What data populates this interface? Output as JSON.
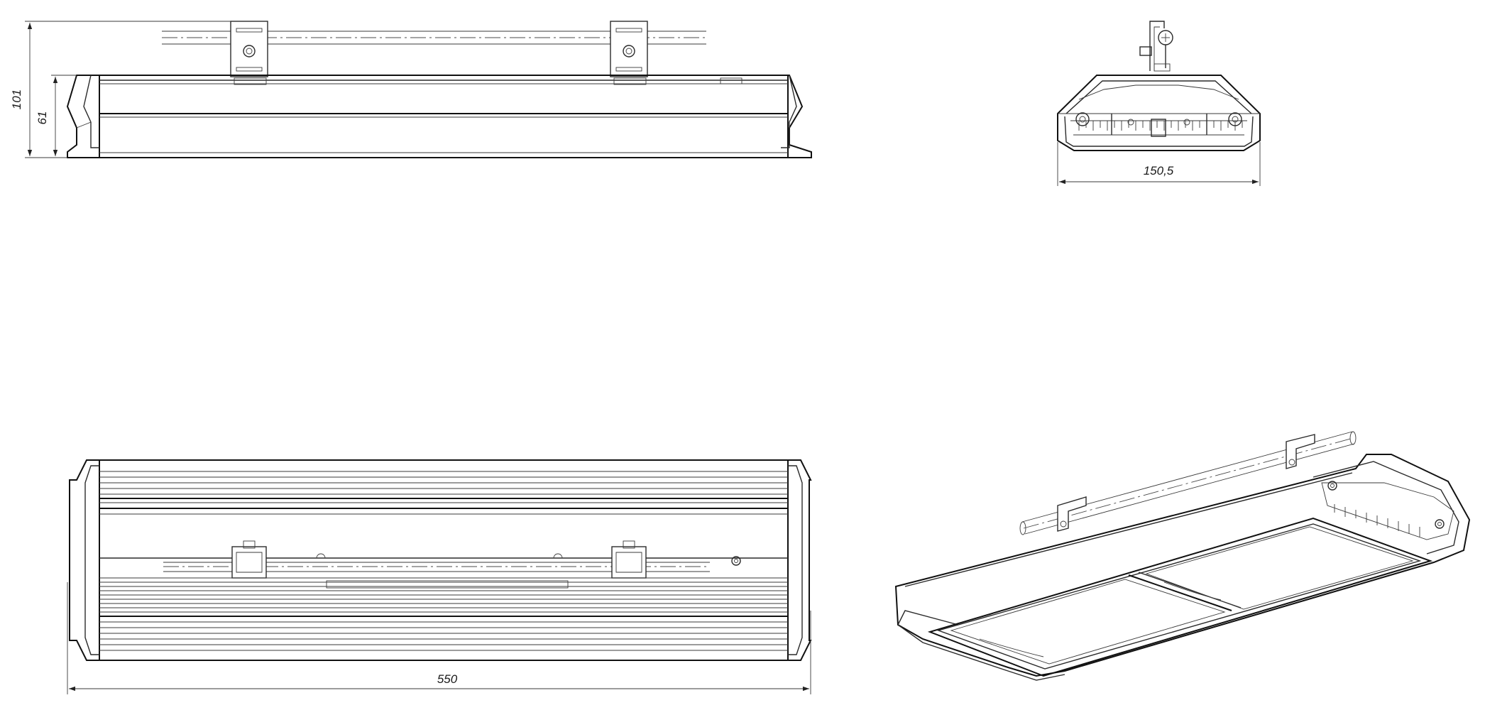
{
  "dimensions": {
    "height_total": "101",
    "height_body": "61",
    "width_end": "150,5",
    "length": "550"
  }
}
